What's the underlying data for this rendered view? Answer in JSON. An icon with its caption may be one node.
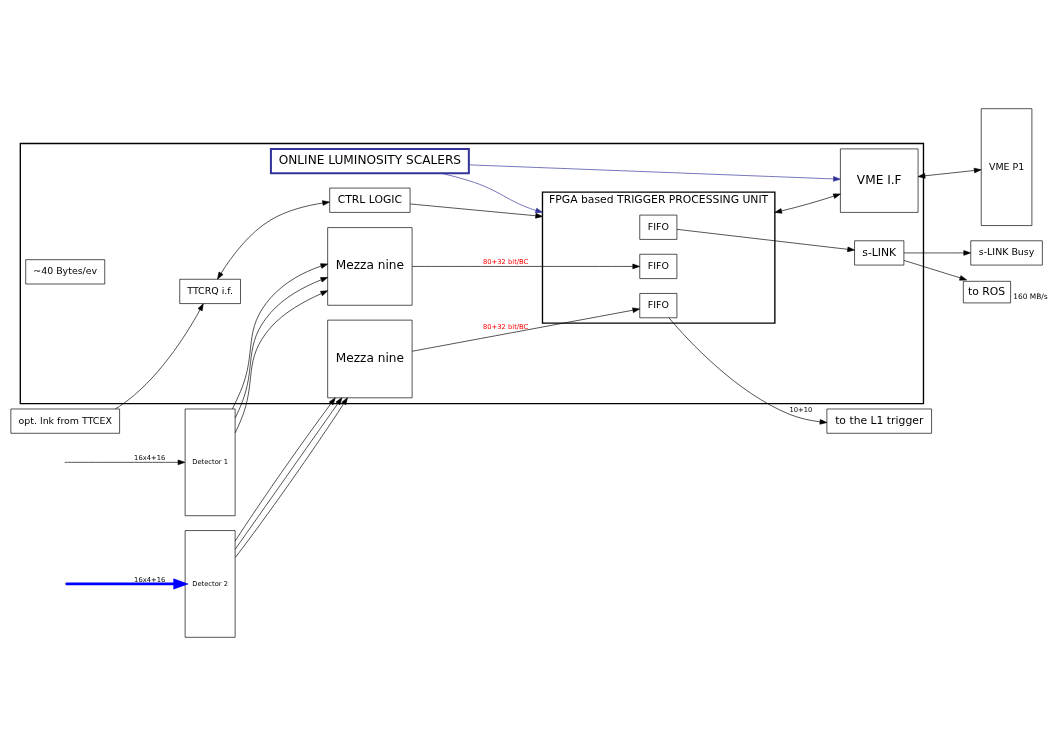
{
  "diagram": {
    "nodes": [
      {
        "text": [],
        "shape": "box"
      },
      {
        "text": [
          "s-LINK Busy"
        ]
      },
      {
        "text": [
          "to ROS"
        ],
        "beside": [
          "160 MB/s"
        ]
      },
      {
        "text": [
          "s-LINK"
        ],
        "in": 0
      },
      {
        "text": [
          "~40 Bytes/ev"
        ],
        "in": 0
      },
      {
        "text": [
          "ONLINE LUMINOSITY SCALERS"
        ],
        "in": 0
      },
      {
        "text": [
          "Detector 1"
        ]
      },
      {
        "text": [
          "Mezza nine"
        ],
        "in": 0
      },
      {
        "text": [
          "FPGA based TRIGGER PROCESSING UNIT"
        ],
        "in": 0
      },
      {
        "text": [
          "FIFO"
        ],
        "in": 8
      },
      {
        "text": [
          "FIFO"
        ],
        "in": 8
      },
      {
        "text": [
          "VME I.F"
        ],
        "in": 0
      },
      {
        "text": [
          "VME P1"
        ]
      },
      {
        "text": [
          "Detector 2"
        ]
      },
      {
        "text": [
          "Mezza nine"
        ],
        "in": 0
      },
      {
        "text": [
          "FIFO"
        ],
        "in": 8
      },
      {
        "text": [
          "opt. lnk from TTCEX"
        ]
      },
      {
        "text": [
          "TTCRQ i.f."
        ],
        "in": 0
      },
      {
        "text": [
          "CTRL LOGIC"
        ],
        "in": 0
      },
      {
        "text": [
          "to the L1 trigger"
        ]
      }
    ],
    "edges": [
      {
        "from": 3,
        "to": 1,
        "arrow": "to"
      },
      {
        "from": 3,
        "to": 2,
        "arrow": "to"
      },
      {
        "from": 9,
        "to": 3,
        "arrow": "to"
      },
      {
        "from": null,
        "to": 6,
        "arrow": "to",
        "label": "16x4+16"
      },
      {
        "from": 6,
        "to": 7,
        "arrow": "to"
      },
      {
        "from": 6,
        "to": 7,
        "arrow": "to"
      },
      {
        "from": 6,
        "to": 7,
        "arrow": "to"
      },
      {
        "from": 7,
        "to": 10,
        "arrow": "to",
        "label": "80+32 bit/BC"
      },
      {
        "from": null,
        "to": 13,
        "arrow": "to",
        "label": "16x4+16",
        "style": "thick",
        "color": "#0000ff"
      },
      {
        "from": 13,
        "to": 14,
        "arrow": "to"
      },
      {
        "from": 13,
        "to": 14,
        "arrow": "to"
      },
      {
        "from": 13,
        "to": 14,
        "arrow": "to"
      },
      {
        "from": 14,
        "to": 15,
        "arrow": "to",
        "label": "80+32 bit/BC"
      },
      {
        "from": 5,
        "to": 8,
        "arrow": "to",
        "color": "#333399"
      },
      {
        "from": 5,
        "to": 11,
        "arrow": "to",
        "color": "#333399"
      },
      {
        "from": 8,
        "to": 11,
        "arrow": "both"
      },
      {
        "from": 11,
        "to": 12,
        "arrow": "both"
      },
      {
        "from": 16,
        "to": 17,
        "arrow": "to"
      },
      {
        "from": 17,
        "to": 18,
        "arrow": "both"
      },
      {
        "from": 18,
        "to": 8,
        "arrow": "to"
      },
      {
        "from": 15,
        "to": 19,
        "arrow": "to",
        "label": "10+10"
      }
    ]
  }
}
